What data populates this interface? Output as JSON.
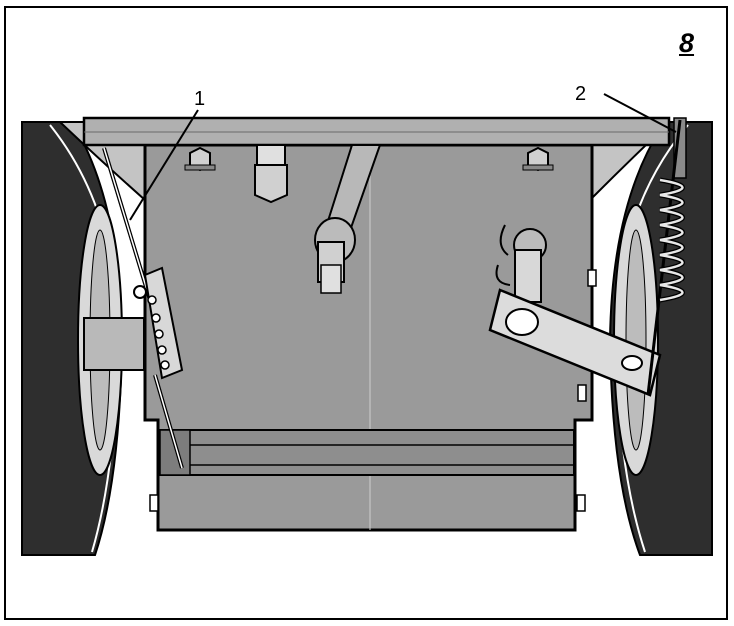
{
  "figure": {
    "number": "8"
  },
  "callouts": [
    {
      "id": "1",
      "label": "1"
    },
    {
      "id": "2",
      "label": "2"
    }
  ],
  "colors": {
    "plate": "#9a9a9a",
    "plate_dark": "#7d7d7d",
    "tire": "#2e2e2e",
    "rim": "#d9d9d9",
    "outline": "#000000",
    "bracket": "#b9b9b9"
  }
}
